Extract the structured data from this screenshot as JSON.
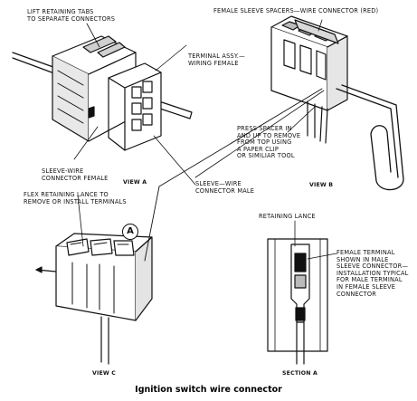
{
  "caption": "Ignition switch wire connector",
  "callout_a": "A",
  "labels": {
    "lift_tabs": "LIFT RETAINING TABS\nTO SEPARATE CONNECTORS",
    "female_spacers": "FEMALE SLEEVE SPACERS—WIRE CONNECTOR (RED)",
    "terminal_assy": "TERMINAL ASSY.—\nWIRING FEMALE",
    "press_spacer": "PRESS SPACER IN\nAND UP TO REMOVE\nFROM TOP USING\nA PAPER CLIP\nOR SIMILIAR TOOL",
    "sleeve_female": "SLEEVE-WIRE\nCONNECTOR FEMALE",
    "sleeve_male": "SLEEVE—WIRE\nCONNECTOR MALE",
    "flex_lance": "FLEX RETAINING LANCE TO\nREMOVE OR INSTALL TERMINALS",
    "retaining_lance": "RETAINING LANCE",
    "female_terminal": "FEMALE TERMINAL\nSHOWN IN MALE\nSLEEVE CONNECTOR—\nINSTALLATION TYPICAL\nFOR MALE TERMINAL\nIN FEMALE SLEEVE\nCONNECTOR"
  },
  "views": {
    "view_a": "VIEW A",
    "view_b": "VIEW B",
    "view_c": "VIEW C",
    "section_a": "SECTION A"
  }
}
